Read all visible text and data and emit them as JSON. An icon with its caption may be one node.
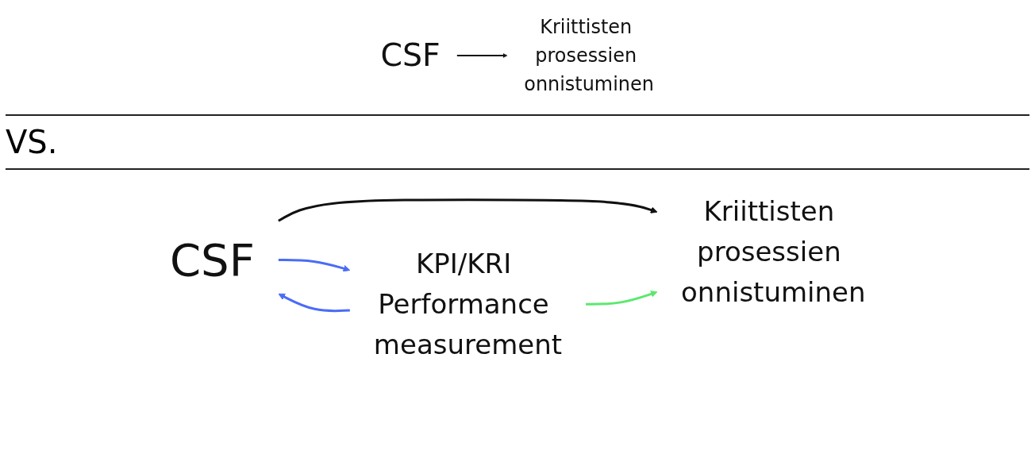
{
  "diagram": {
    "nodes": [
      {
        "text": [
          "CSF"
        ]
      },
      {
        "text": [
          "Kriittisten prosessien onnistuminen"
        ]
      },
      {
        "text": [
          "CSF"
        ]
      },
      {
        "text": [
          "Kriittisten prosessien onnistuminen"
        ]
      },
      {
        "text": [
          "KPI/KRI Performance measurement"
        ]
      }
    ],
    "edges": [
      {
        "from": 0,
        "to": 1,
        "arrow": "to"
      },
      {
        "from": 2,
        "to": 3,
        "arrow": "to"
      },
      {
        "from": 2,
        "to": 4,
        "arrow": "to",
        "color": "#4a6cf7"
      },
      {
        "from": 4,
        "to": 2,
        "arrow": "to",
        "color": "#4a6cf7"
      },
      {
        "from": 4,
        "to": 3,
        "arrow": "to",
        "color": "#5ce86e"
      }
    ],
    "labels": [
      "VS."
    ]
  }
}
